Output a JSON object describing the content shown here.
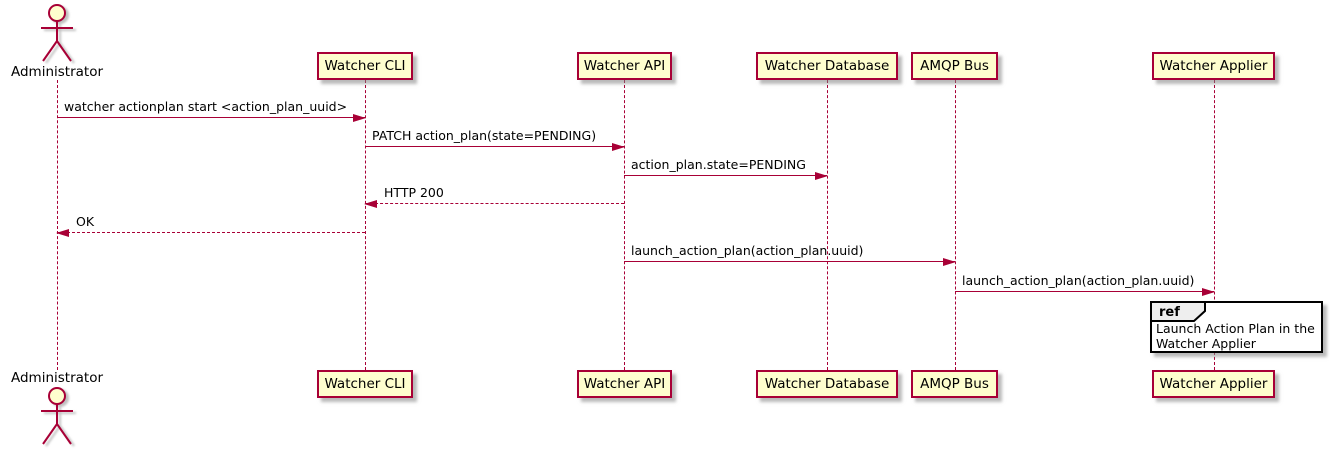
{
  "diagram_type": "sequence",
  "participants": [
    {
      "name": "Administrator",
      "kind": "actor"
    },
    {
      "name": "Watcher CLI",
      "kind": "participant"
    },
    {
      "name": "Watcher API",
      "kind": "participant"
    },
    {
      "name": "Watcher Database",
      "kind": "participant"
    },
    {
      "name": "AMQP Bus",
      "kind": "participant"
    },
    {
      "name": "Watcher Applier",
      "kind": "participant"
    }
  ],
  "messages": [
    {
      "from": "Administrator",
      "to": "Watcher CLI",
      "label": "watcher actionplan start <action_plan_uuid>",
      "line": "solid",
      "direction": "right"
    },
    {
      "from": "Watcher CLI",
      "to": "Watcher API",
      "label": "PATCH action_plan(state=PENDING)",
      "line": "solid",
      "direction": "right"
    },
    {
      "from": "Watcher API",
      "to": "Watcher Database",
      "label": "action_plan.state=PENDING",
      "line": "solid",
      "direction": "right"
    },
    {
      "from": "Watcher API",
      "to": "Watcher CLI",
      "label": "HTTP 200",
      "line": "dashed",
      "direction": "left"
    },
    {
      "from": "Watcher CLI",
      "to": "Administrator",
      "label": "OK",
      "line": "dashed",
      "direction": "left"
    },
    {
      "from": "Watcher API",
      "to": "AMQP Bus",
      "label": "launch_action_plan(action_plan.uuid)",
      "line": "solid",
      "direction": "right"
    },
    {
      "from": "AMQP Bus",
      "to": "Watcher Applier",
      "label": "launch_action_plan(action_plan.uuid)",
      "line": "solid",
      "direction": "right"
    }
  ],
  "ref": {
    "keyword": "ref",
    "over": "Watcher Applier",
    "lines": [
      "Launch Action Plan in the",
      "Watcher Applier"
    ]
  },
  "colors": {
    "accent": "#A80036",
    "participant_fill": "#FEFECE",
    "participant_border": "#A80036",
    "lifeline": "#A80036",
    "ref_border": "#000000",
    "ref_header_fill": "#EEEEEE",
    "text": "#000000",
    "background": "#FFFFFF"
  }
}
